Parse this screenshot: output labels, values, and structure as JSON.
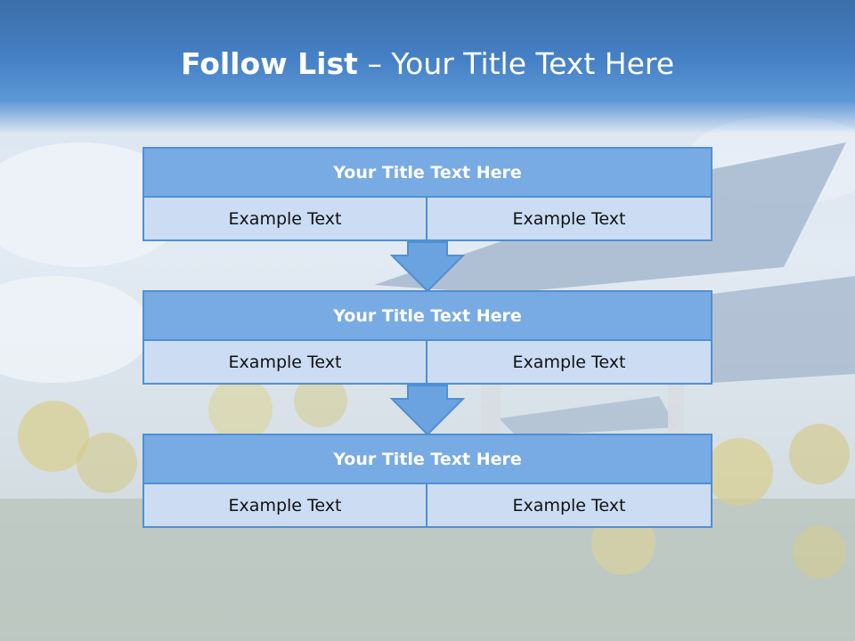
{
  "slide": {
    "title_bold": "Follow List",
    "title_rest": " – Your Title Text Here"
  },
  "blocks": [
    {
      "title": "Your Title Text Here",
      "left": "Example Text",
      "right": "Example Text"
    },
    {
      "title": "Your Title Text Here",
      "left": "Example Text",
      "right": "Example Text"
    },
    {
      "title": "Your Title Text Here",
      "left": "Example Text",
      "right": "Example Text"
    }
  ],
  "colors": {
    "header": "#4681c6",
    "block_title_bg": "#78abe3",
    "block_border": "#4f8fd3",
    "cell_bg": "#cbdcf3",
    "arrow_fill": "#6aa3e0"
  },
  "background_art": "solar-panels-and-sunflowers"
}
